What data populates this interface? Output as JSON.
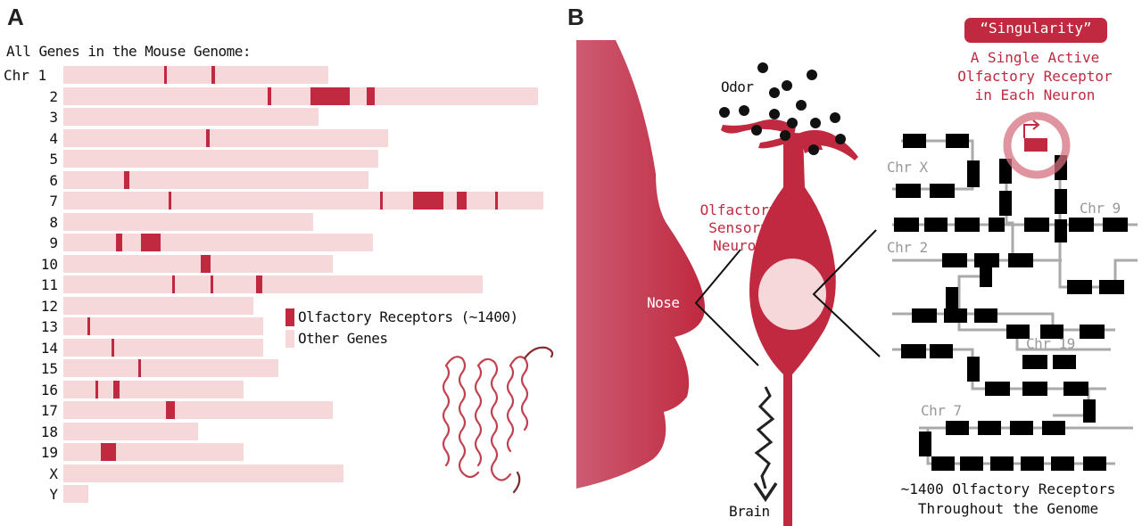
{
  "panel_a": {
    "letter": "A",
    "title": "All Genes in the Mouse Genome:",
    "chromosomes": [
      {
        "label": "Chr 1",
        "len": 0.53,
        "marks": [
          [
            0.38,
            0.003
          ],
          [
            0.56,
            0.006
          ]
        ]
      },
      {
        "label": "2",
        "len": 0.95,
        "marks": [
          [
            0.43,
            0.008
          ],
          [
            0.52,
            0.08
          ],
          [
            0.64,
            0.015
          ]
        ]
      },
      {
        "label": "3",
        "len": 0.51,
        "marks": []
      },
      {
        "label": "4",
        "len": 0.65,
        "marks": [
          [
            0.44,
            0.007
          ]
        ]
      },
      {
        "label": "5",
        "len": 0.63,
        "marks": []
      },
      {
        "label": "6",
        "len": 0.61,
        "marks": [
          [
            0.2,
            0.01
          ]
        ]
      },
      {
        "label": "7",
        "len": 0.96,
        "marks": [
          [
            0.22,
            0.003
          ],
          [
            0.66,
            0.006
          ],
          [
            0.73,
            0.06
          ],
          [
            0.82,
            0.02
          ],
          [
            0.9,
            0.003
          ]
        ]
      },
      {
        "label": "8",
        "len": 0.5,
        "marks": []
      },
      {
        "label": "9",
        "len": 0.62,
        "marks": [
          [
            0.17,
            0.012
          ],
          [
            0.25,
            0.04
          ]
        ]
      },
      {
        "label": "10",
        "len": 0.54,
        "marks": [
          [
            0.51,
            0.02
          ]
        ]
      },
      {
        "label": "11",
        "len": 0.84,
        "marks": [
          [
            0.26,
            0.005
          ],
          [
            0.35,
            0.005
          ],
          [
            0.46,
            0.012
          ]
        ]
      },
      {
        "label": "12",
        "len": 0.38,
        "marks": []
      },
      {
        "label": "13",
        "len": 0.4,
        "marks": [
          [
            0.12,
            0.004
          ]
        ]
      },
      {
        "label": "14",
        "len": 0.4,
        "marks": [
          [
            0.24,
            0.005
          ]
        ]
      },
      {
        "label": "15",
        "len": 0.43,
        "marks": [
          [
            0.35,
            0.004
          ]
        ]
      },
      {
        "label": "16",
        "len": 0.36,
        "marks": [
          [
            0.18,
            0.004
          ],
          [
            0.28,
            0.012
          ]
        ]
      },
      {
        "label": "17",
        "len": 0.54,
        "marks": [
          [
            0.38,
            0.018
          ]
        ]
      },
      {
        "label": "18",
        "len": 0.27,
        "marks": []
      },
      {
        "label": "19",
        "len": 0.36,
        "marks": [
          [
            0.21,
            0.03
          ]
        ]
      },
      {
        "label": "X",
        "len": 0.56,
        "marks": []
      },
      {
        "label": "Y",
        "len": 0.05,
        "marks": []
      }
    ],
    "legend": {
      "or_label": "Olfactory Receptors (~1400)",
      "other_label": "Other Genes",
      "or_color": "#c0293f",
      "other_color": "#f6d8da"
    }
  },
  "panel_b": {
    "letter": "B",
    "odor": "Odor",
    "neuron_label": [
      "Olfactory",
      "Sensory",
      "Neuron"
    ],
    "nose": "Nose",
    "brain": "Brain",
    "singularity_badge": "“Singularity”",
    "singularity_desc": [
      "A Single Active",
      "Olfactory Receptor",
      "in Each Neuron"
    ],
    "chr_labels": [
      "Chr X",
      "Chr 9",
      "Chr 2",
      "Chr 19",
      "Chr 7"
    ],
    "footer": [
      "~1400 Olfactory Receptors",
      "Throughout the Genome"
    ],
    "colors": {
      "crimson": "#c0293f",
      "pink": "#f6d8da",
      "gray": "#aaaaaa"
    }
  }
}
